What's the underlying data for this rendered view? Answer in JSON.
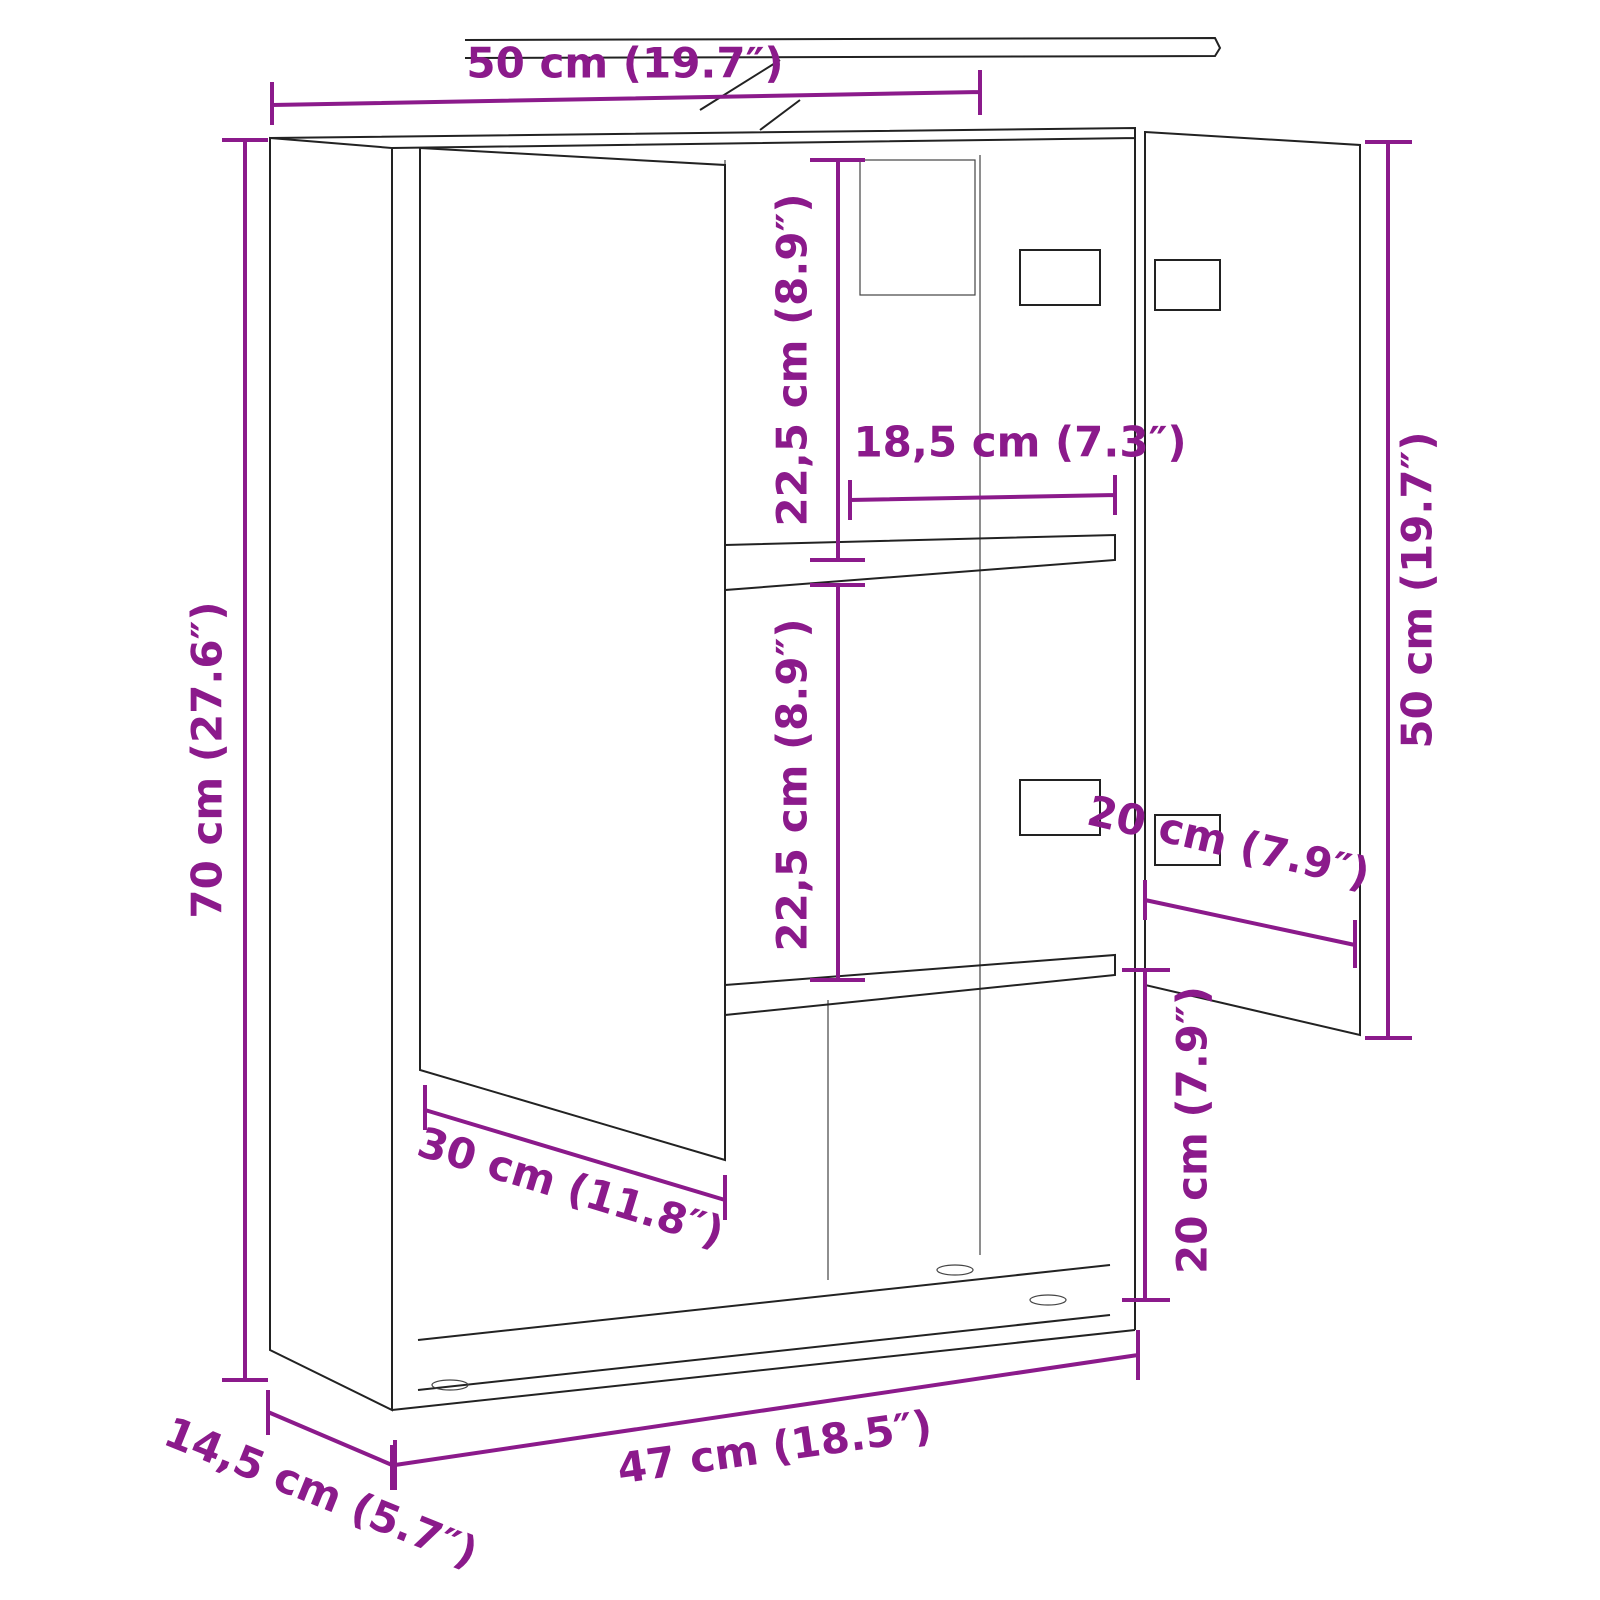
{
  "accent_color": "#8B1A8B",
  "dimensions": {
    "top_width": "50 cm (19.7″)",
    "total_height": "70 cm (27.6″)",
    "upper_shelf_height": "22,5 cm (8.9″)",
    "shelf_width": "18,5 cm (7.3″)",
    "door_height": "50 cm (19.7″)",
    "middle_shelf_height": "22,5 cm (8.9″)",
    "right_door_width": "20 cm (7.9″)",
    "left_door_width": "30 cm (11.8″)",
    "bottom_compartment_height": "20 cm (7.9″)",
    "bottom_width": "47 cm (18.5″)",
    "depth": "14,5 cm (5.7″)"
  }
}
